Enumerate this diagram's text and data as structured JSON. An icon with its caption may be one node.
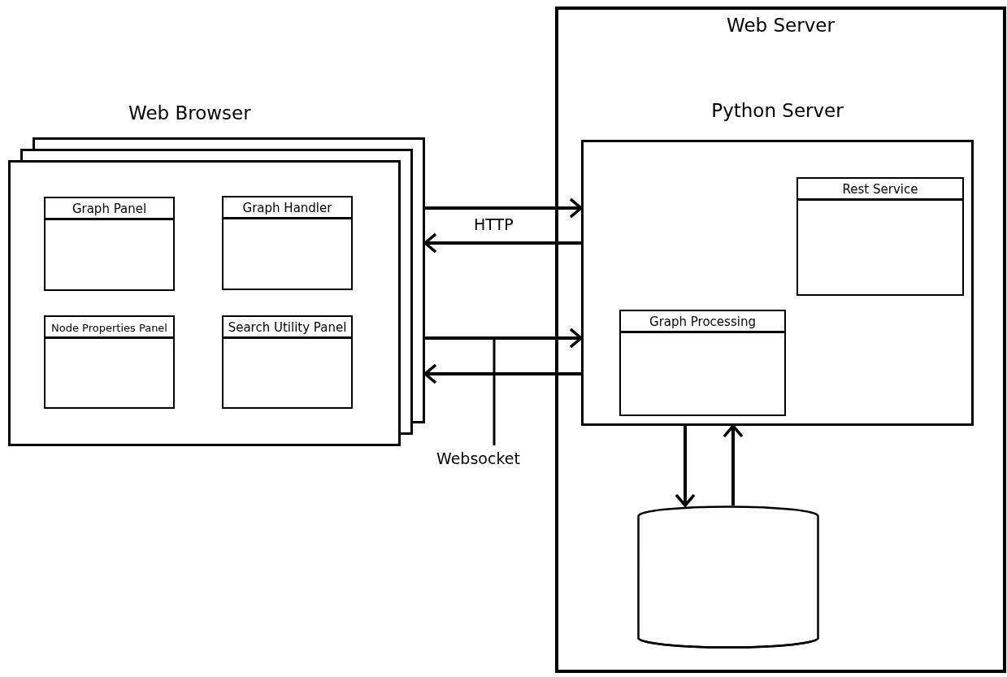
{
  "diagram": {
    "nodes": [
      {
        "text": [
          "Web Server"
        ]
      },
      {
        "text": [
          "Python Server"
        ],
        "in": 0
      },
      {
        "text": [
          "Rest Service"
        ],
        "in": 1
      },
      {
        "text": [
          "Graph Processing"
        ],
        "in": 1
      },
      {
        "text": [],
        "shape": "cylinder",
        "in": 0
      },
      {
        "text": [
          "Web Browser"
        ]
      },
      {
        "text": [
          "Graph Panel"
        ],
        "in": 5
      },
      {
        "text": [
          "Graph Handler"
        ],
        "in": 5
      },
      {
        "text": [
          "Node Properties Panel"
        ],
        "in": 5
      },
      {
        "text": [
          "Search Utility Panel"
        ],
        "in": 5
      }
    ],
    "edges": [
      {
        "from": 5,
        "to": 1,
        "arrow": "to"
      },
      {
        "from": 1,
        "to": 5,
        "arrow": "to"
      },
      {
        "from": 5,
        "to": 1,
        "arrow": "to"
      },
      {
        "from": 1,
        "to": 5,
        "arrow": "to"
      },
      {
        "from": 1,
        "to": 4,
        "arrow": "to"
      },
      {
        "from": 4,
        "to": 1,
        "arrow": "to"
      }
    ],
    "labels": [
      "HTTP",
      "Websocket"
    ]
  }
}
